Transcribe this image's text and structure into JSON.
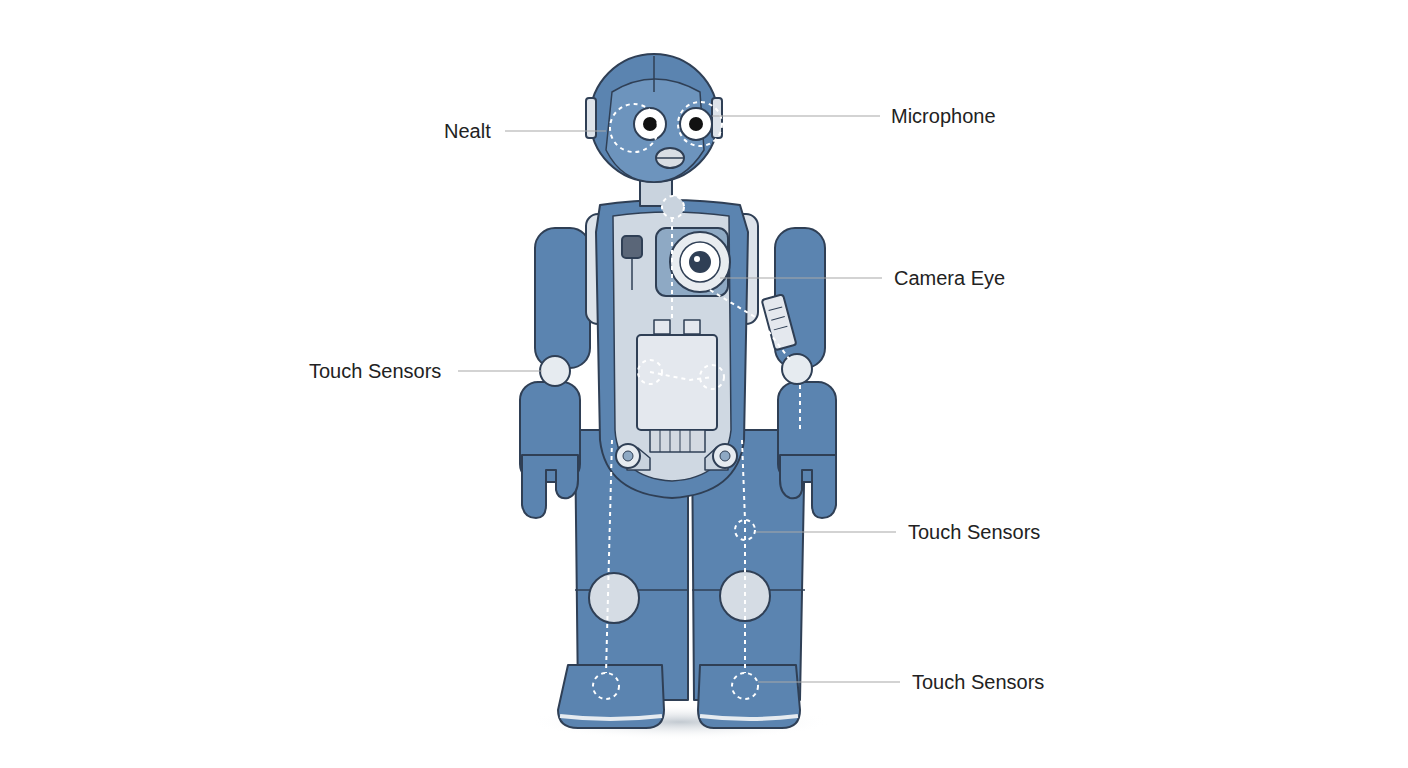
{
  "diagram": {
    "labels": [
      "Nealt",
      "Microphone",
      "Camera Eye",
      "Touch Sensors",
      "Touch Sensors",
      "Touch Sensors"
    ]
  }
}
